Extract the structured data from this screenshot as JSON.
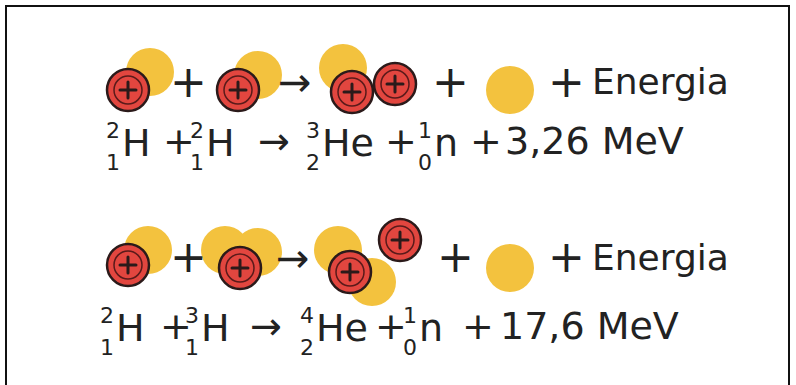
{
  "diagram": {
    "labels": [
      "+",
      "→",
      "+",
      "+",
      "Energia",
      "2",
      "1",
      "H",
      "+",
      "2",
      "1",
      "H",
      "→",
      "3",
      "2",
      "He",
      "+",
      "1",
      "0",
      "n",
      "+",
      "3,26 MeV",
      "+",
      "→",
      "+",
      "+",
      "Energia",
      "2",
      "1",
      "H",
      "+",
      "3",
      "1",
      "H",
      "→",
      "4",
      "2",
      "He",
      "+",
      "1",
      "0",
      "n",
      "+",
      "17,6 MeV"
    ]
  }
}
